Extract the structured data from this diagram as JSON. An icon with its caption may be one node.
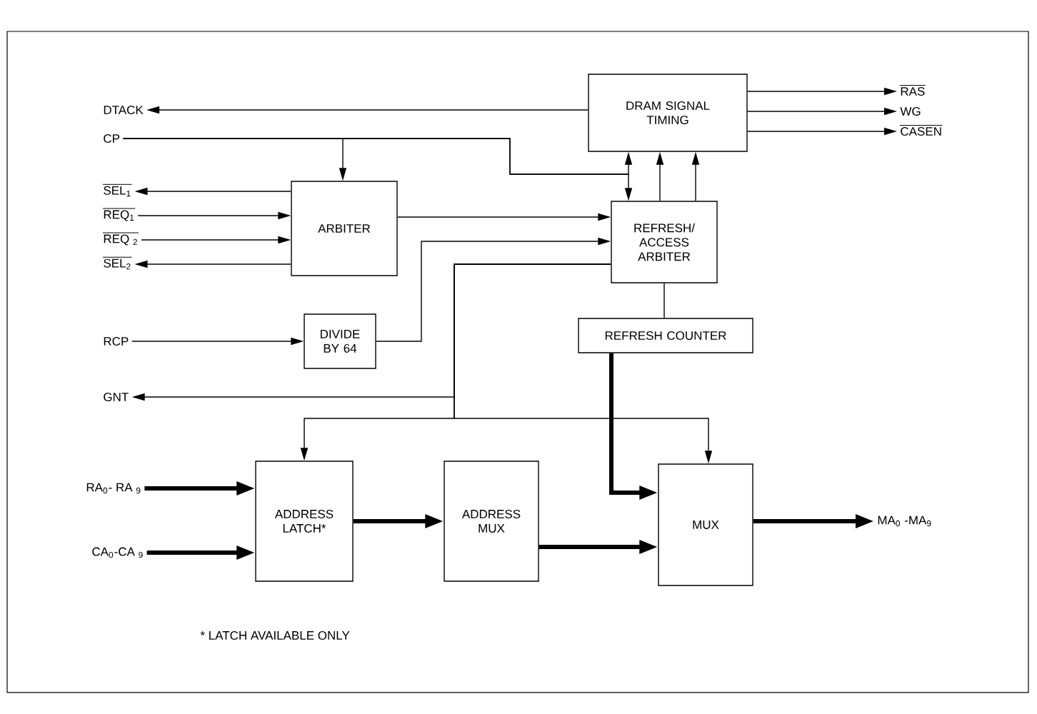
{
  "diagram": {
    "nodes": [
      {
        "text": [
          "DTACK"
        ]
      },
      {
        "text": [
          "CP"
        ]
      },
      {
        "text": [
          "SEL$_{1}$"
        ]
      },
      {
        "text": [
          "REQ$_{1}$"
        ]
      },
      {
        "text": [
          "REQ $_{2}$"
        ]
      },
      {
        "text": [
          "SEL$_{2}$"
        ]
      },
      {
        "text": [
          "RCP"
        ]
      },
      {
        "text": [
          "GNT"
        ]
      },
      {
        "text": [
          "RA$_{0}$- RA $_{9}$"
        ]
      },
      {
        "text": [
          "CA$_{0}$-CA $_{9}$"
        ]
      },
      {
        "text": [
          "DRAM SIGNAL TIMING"
        ]
      },
      {
        "text": [
          "ARBITER"
        ]
      },
      {
        "text": [
          "REFRESH/ ACCESS ARBITER"
        ]
      },
      {
        "text": [
          "DIVIDE BY 64"
        ]
      },
      {
        "text": [
          "REFRESH COUNTER"
        ]
      },
      {
        "text": [
          "ADDRESS LATCH*"
        ]
      },
      {
        "text": [
          "ADDRESS MUX"
        ]
      },
      {
        "text": [
          "MUX"
        ]
      },
      {
        "text": [
          "RAS"
        ]
      },
      {
        "text": [
          "WG"
        ]
      },
      {
        "text": [
          "CASEN"
        ]
      },
      {
        "text": [
          "MA$_{0}$ -MA$_{9}$"
        ]
      }
    ],
    "edges": [
      {
        "from": 10,
        "to": 0,
        "arrow": "to"
      },
      {
        "from": 1,
        "to": 11,
        "arrow": "to"
      },
      {
        "from": 1,
        "to": 10,
        "arrow": "to"
      },
      {
        "from": 1,
        "to": 12,
        "arrow": "to"
      },
      {
        "from": 12,
        "to": 10,
        "arrow": "to"
      },
      {
        "from": 12,
        "to": 10,
        "arrow": "to"
      },
      {
        "from": 10,
        "to": 18,
        "arrow": "to"
      },
      {
        "from": 10,
        "to": 19,
        "arrow": "to"
      },
      {
        "from": 10,
        "to": 20,
        "arrow": "to"
      },
      {
        "from": 11,
        "to": 2,
        "arrow": "to"
      },
      {
        "from": 3,
        "to": 11,
        "arrow": "to"
      },
      {
        "from": 4,
        "to": 11,
        "arrow": "to"
      },
      {
        "from": 11,
        "to": 5,
        "arrow": "to"
      },
      {
        "from": 11,
        "to": 12,
        "arrow": "to"
      },
      {
        "from": 13,
        "to": 12,
        "arrow": "to"
      },
      {
        "from": 6,
        "to": 13,
        "arrow": "to"
      },
      {
        "from": 12,
        "to": 7,
        "arrow": "to"
      },
      {
        "from": 12,
        "to": 15,
        "arrow": "to"
      },
      {
        "from": 12,
        "to": 17,
        "arrow": "to"
      },
      {
        "from": 12,
        "to": 14,
        "arrow": "none"
      },
      {
        "from": 14,
        "to": 17,
        "arrow": "to",
        "style": "thick"
      },
      {
        "from": 8,
        "to": 15,
        "arrow": "to",
        "style": "thick"
      },
      {
        "from": 9,
        "to": 15,
        "arrow": "to",
        "style": "thick"
      },
      {
        "from": 15,
        "to": 16,
        "arrow": "to",
        "style": "thick"
      },
      {
        "from": 16,
        "to": 17,
        "arrow": "to",
        "style": "thick"
      },
      {
        "from": 17,
        "to": 21,
        "arrow": "to",
        "style": "thick"
      }
    ],
    "labels": [
      "* LATCH AVAILABLE ONLY"
    ]
  }
}
